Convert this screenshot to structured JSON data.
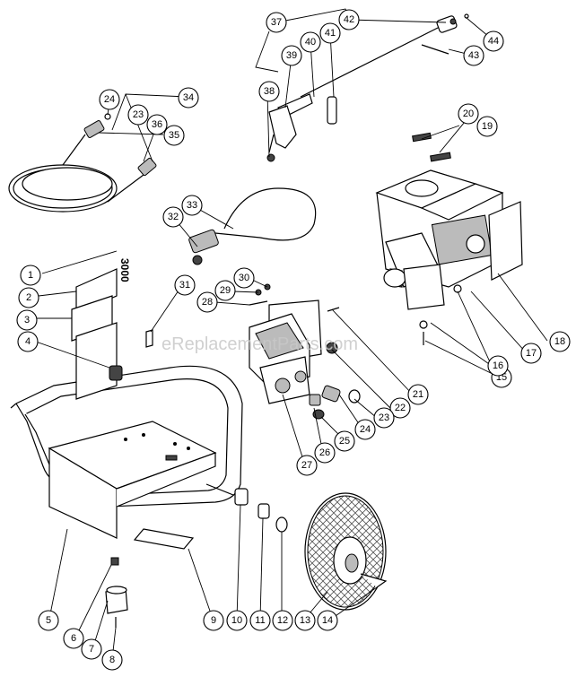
{
  "watermark": "eReplacementParts.com",
  "engine_label": "3000",
  "callouts": [
    "1",
    "2",
    "3",
    "4",
    "5",
    "6",
    "7",
    "8",
    "9",
    "10",
    "11",
    "12",
    "13",
    "14",
    "15",
    "16",
    "17",
    "18",
    "19",
    "20",
    "21",
    "22",
    "23",
    "24",
    "25",
    "26",
    "27",
    "28",
    "29",
    "30",
    "31",
    "32",
    "33",
    "34",
    "35",
    "36",
    "37",
    "38",
    "39",
    "40",
    "41",
    "42",
    "43",
    "44"
  ]
}
